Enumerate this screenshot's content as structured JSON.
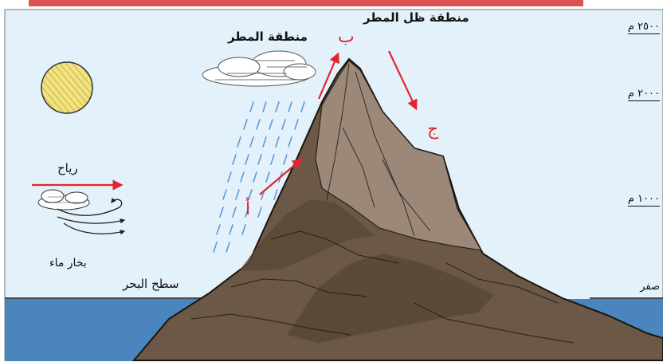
{
  "labels": {
    "rain_zone": "منطقة المطر",
    "rain_shadow_zone": "منطقة ظل المطر",
    "winds": "رياح",
    "water_vapor": "بخار ماء",
    "sea_level": "سطح البحر",
    "point_a": "أ",
    "point_b": "ب",
    "point_c": "ج"
  },
  "altitude_scale": [
    "٢٥٠٠ م",
    "٢٠٠٠ م",
    "١٠٠٠ م",
    "صفر"
  ],
  "colors": {
    "frame_top_bar": "#d9534f",
    "sky": "#e3f1fb",
    "sea": "#4a86bd",
    "mountain_dark": "#6b5846",
    "mountain_light": "#9c8878",
    "sun": "#f3e37a",
    "rain": "#5b9ad8",
    "arrows": "#e0262f"
  }
}
